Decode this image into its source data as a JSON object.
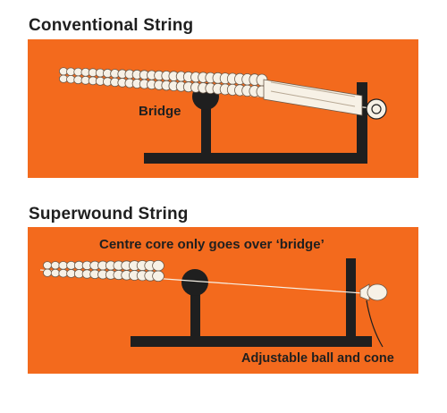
{
  "diagrams": [
    {
      "title": "Conventional String",
      "labels": {
        "bridge": "Bridge"
      }
    },
    {
      "title": "Superwound String",
      "labels": {
        "core": "Centre core only goes over ‘bridge’",
        "ball": "Adjustable ball and cone"
      }
    }
  ],
  "colors": {
    "panel": "#f36a1d",
    "ink": "#1f1f1f",
    "winding": "#f7f1e6"
  }
}
